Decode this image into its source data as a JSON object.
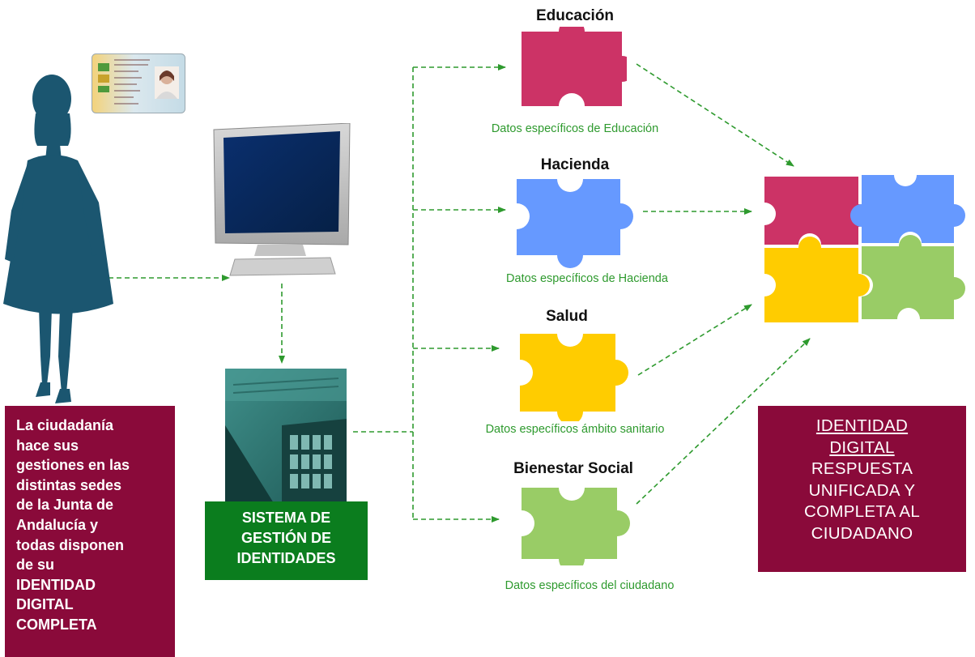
{
  "colors": {
    "maroon": "#8a0a3a",
    "green_box": "#0b7d1e",
    "arrow_green": "#2e9a2e",
    "piece_red": "#cc3366",
    "piece_blue": "#6699ff",
    "piece_yellow": "#ffcc00",
    "piece_green": "#99cc66",
    "silhouette": "#1b5670"
  },
  "icons": {
    "citizen": "woman-silhouette-icon",
    "card": "id-card-icon",
    "monitor": "computer-monitor-icon",
    "server": "server-icon"
  },
  "services": [
    {
      "title": "Educación",
      "description": "Datos específicos de Educación",
      "color": "#cc3366"
    },
    {
      "title": "Hacienda",
      "description": "Datos específicos de Hacienda",
      "color": "#6699ff"
    },
    {
      "title": "Salud",
      "description": "Datos específicos ámbito sanitario",
      "color": "#ffcc00"
    },
    {
      "title": "Bienestar Social",
      "description": "Datos específicos del ciudadano",
      "color": "#99cc66"
    }
  ],
  "citizen_box": {
    "lines": [
      "La ciudadanía",
      "hace sus",
      "gestiones en las",
      "distintas sedes",
      "de la Junta de",
      "Andalucía y",
      "todas disponen",
      "de su",
      "IDENTIDAD",
      "DIGITAL",
      "COMPLETA"
    ]
  },
  "system_box": {
    "lines": [
      "SISTEMA DE",
      "GESTIÓN DE",
      "IDENTIDADES"
    ]
  },
  "identity_box": {
    "lines_underlined": [
      "IDENTIDAD",
      "DIGITAL"
    ],
    "lines": [
      "RESPUESTA",
      "UNIFICADA Y",
      "COMPLETA AL",
      "CIUDADANO"
    ]
  }
}
